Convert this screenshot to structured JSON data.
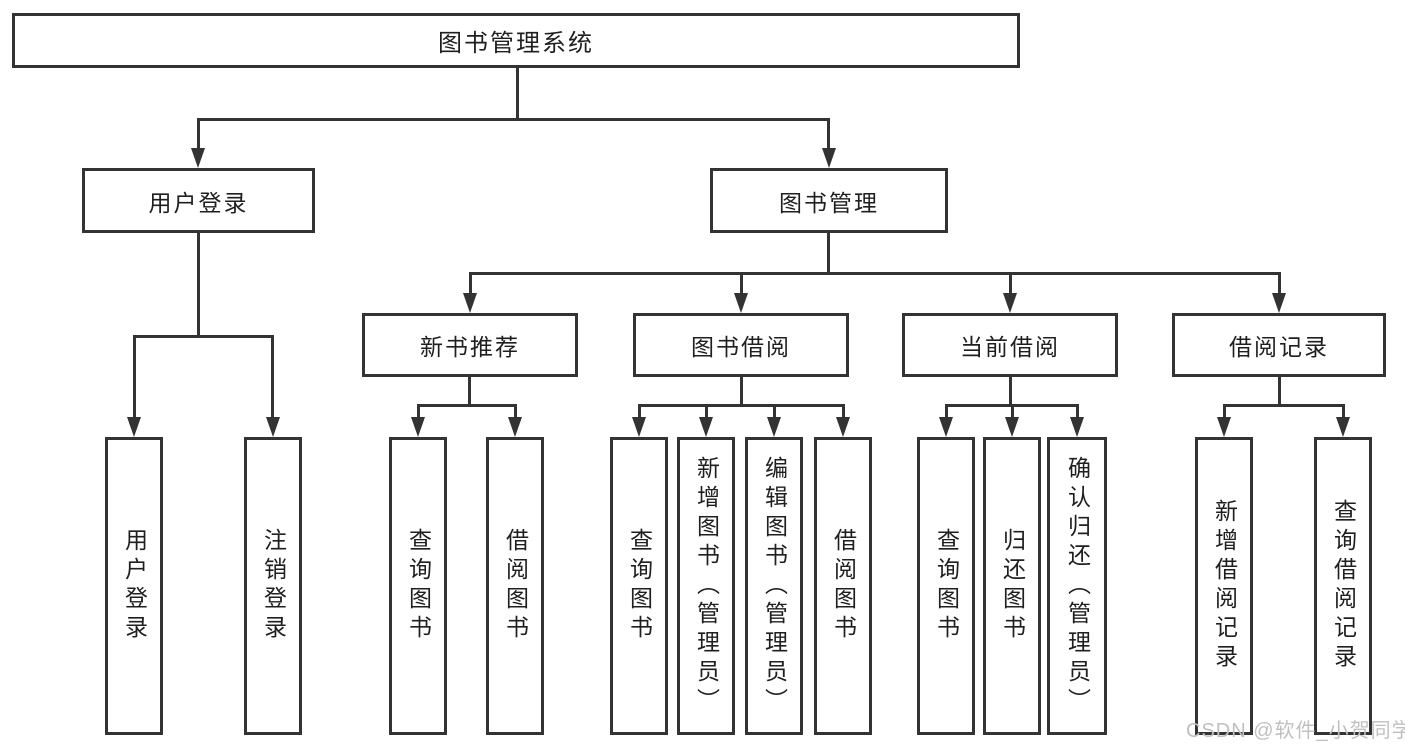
{
  "colors": {
    "line": "#333333",
    "text": "#1f1f1f",
    "box_bg": "#ffffff",
    "watermark": "#c0c0c0"
  },
  "watermark": {
    "text": "CSDN @软件_小贺同学"
  },
  "tree": {
    "label": "图书管理系统",
    "children": [
      {
        "label": "用户登录",
        "children": [
          {
            "label": "用户登录"
          },
          {
            "label": "注销登录"
          }
        ]
      },
      {
        "label": "图书管理",
        "children": [
          {
            "label": "新书推荐",
            "children": [
              {
                "label": "查询图书"
              },
              {
                "label": "借阅图书"
              }
            ]
          },
          {
            "label": "图书借阅",
            "children": [
              {
                "label": "查询图书"
              },
              {
                "label": "新增图书（管理员）"
              },
              {
                "label": "编辑图书（管理员）"
              },
              {
                "label": "借阅图书"
              }
            ]
          },
          {
            "label": "当前借阅",
            "children": [
              {
                "label": "查询图书"
              },
              {
                "label": "归还图书"
              },
              {
                "label": "确认归还（管理员）"
              }
            ]
          },
          {
            "label": "借阅记录",
            "children": [
              {
                "label": "新增借阅记录"
              },
              {
                "label": "查询借阅记录"
              }
            ]
          }
        ]
      }
    ]
  }
}
